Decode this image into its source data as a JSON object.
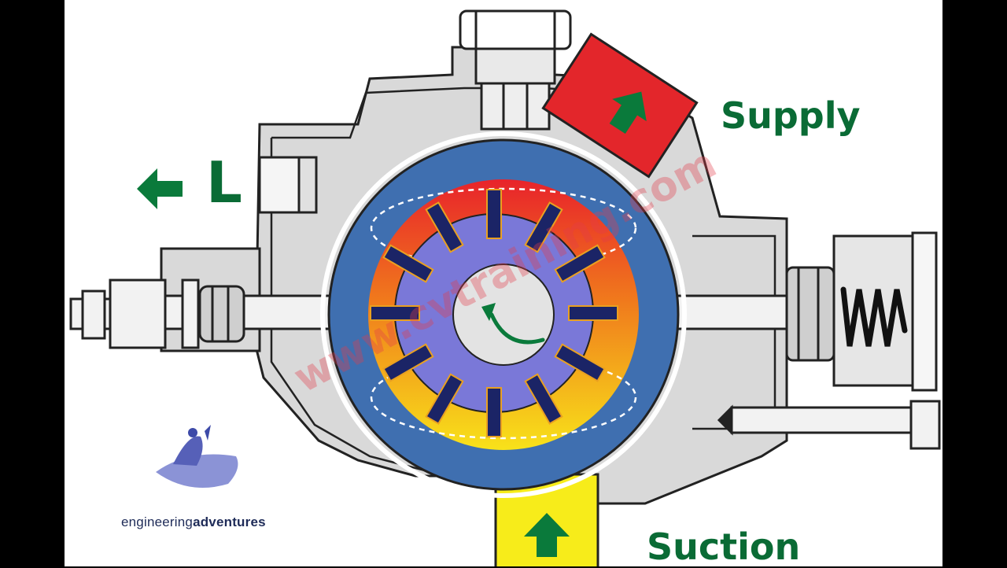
{
  "labels": {
    "supply": "Supply",
    "suction": "Suction",
    "l_port": "L"
  },
  "logo": {
    "prefix": "engineering",
    "suffix": "adventures"
  },
  "watermark": "www.cvtraining.com",
  "colors": {
    "label_green": "#0a6b35",
    "supply_port": "#e3262b",
    "suction_port": "#f7ec1a",
    "cam_ring": "#3f6fb0",
    "rotor": "#7a78d8",
    "vane": "#1b2466",
    "housing": "#d9d9d9"
  },
  "icons": [
    "arrow-up-icon",
    "arrow-left-icon",
    "rotation-arrow-icon",
    "mascot-logo-icon",
    "spring-icon"
  ]
}
